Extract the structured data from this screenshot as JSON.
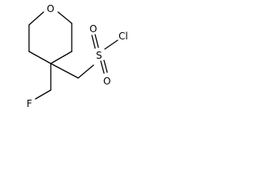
{
  "atoms": {
    "ring_oxygen": "O",
    "sulfur": "S",
    "sulfonyl_oxygen_top": "O",
    "sulfonyl_oxygen_bottom": "O",
    "chlorine": "Cl",
    "fluorine": "F"
  },
  "colors": {
    "bond": "#000000",
    "label": "#000000",
    "background": "#ffffff"
  }
}
